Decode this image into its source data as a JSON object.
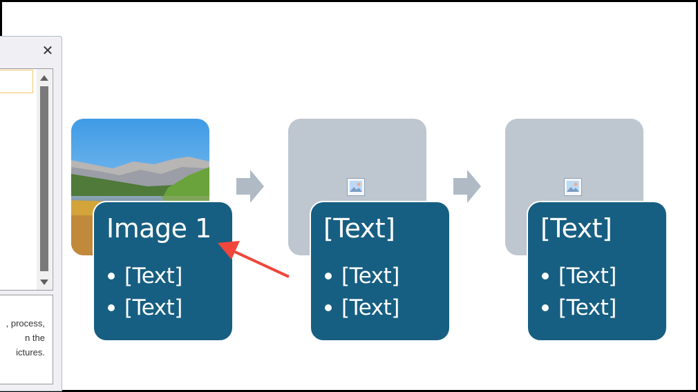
{
  "text_pane": {
    "close_icon": "close-icon",
    "description_lines": [
      ", process,",
      "n the",
      "ictures."
    ]
  },
  "smartart": {
    "accent_color": "#175f82",
    "placeholder_color": "#bec6cf",
    "arrow_color": "#afbac5",
    "items": [
      {
        "title": "Image 1",
        "bullets": [
          "[Text]",
          "[Text]"
        ],
        "has_picture": true
      },
      {
        "title": "[Text]",
        "bullets": [
          "[Text]",
          "[Text]"
        ],
        "has_picture": false
      },
      {
        "title": "[Text]",
        "bullets": [
          "[Text]",
          "[Text]"
        ],
        "has_picture": false
      }
    ]
  },
  "annotation": {
    "type": "red-arrow",
    "color": "#f0463c"
  }
}
